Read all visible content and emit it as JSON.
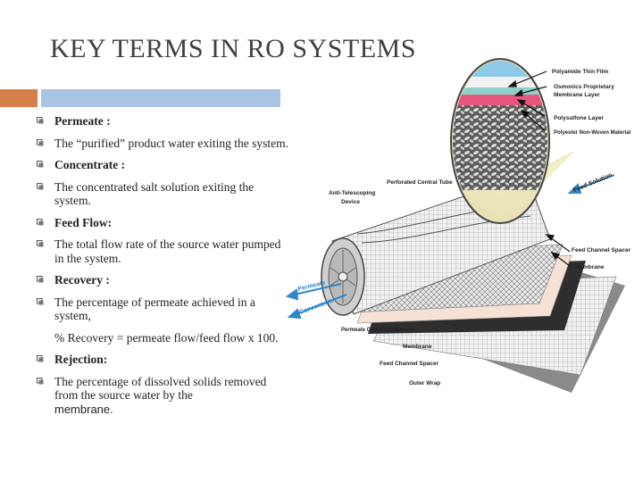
{
  "title": "KEY TERMS IN RO SYSTEMS",
  "bullets": [
    {
      "text": "Permeate :",
      "bold": true
    },
    {
      "text": "The “purified” product water exiting the system.",
      "bold": false
    },
    {
      "text": "Concentrate :",
      "bold": true
    },
    {
      "text": "The concentrated salt solution exiting the system.",
      "bold": false
    },
    {
      "text": "Feed Flow:",
      "bold": true
    },
    {
      "text": "The total flow rate of the source water pumped in the system.",
      "bold": false
    },
    {
      "text": "Recovery :",
      "bold": true
    },
    {
      "text": "The percentage of permeate achieved in a system,",
      "bold": false
    },
    {
      "text": "% Recovery = permeate flow/feed flow x 100.",
      "bold": false
    },
    {
      "text": "Rejection:",
      "bold": true
    },
    {
      "text": "The percentage of dissolved solids removed from the source water by the",
      "bold": false
    },
    {
      "text": "membrane.",
      "bold": false
    }
  ],
  "diagram_labels": {
    "polyamide": "Polyamide Thin Film",
    "osmonics": "Osmonics Proprietary",
    "membrane_layer": "Membrane Layer",
    "polysulfone": "Polysulfone Layer",
    "polyester": "Polyester Non-Woven Material",
    "perforated": "Perforated Central Tube",
    "anti1": "Anti-Telescoping",
    "anti2": "Device",
    "feed_solution": "Feed Solution",
    "feed_spacer_r": "Feed Channel Spacer",
    "membrane_r": "Membrane",
    "permeate": "Permeate",
    "concentrate": "Concentrate",
    "permeate_collection": "Permeate Collection Material",
    "membrane_b": "Membrane",
    "feed_spacer_b": "Feed Channel Spacer",
    "outer_wrap": "Outer Wrap"
  },
  "colors": {
    "accent_orange": "#d57f4b",
    "accent_blue": "#aac3e2",
    "arrow_blue": "#2f86c8"
  }
}
